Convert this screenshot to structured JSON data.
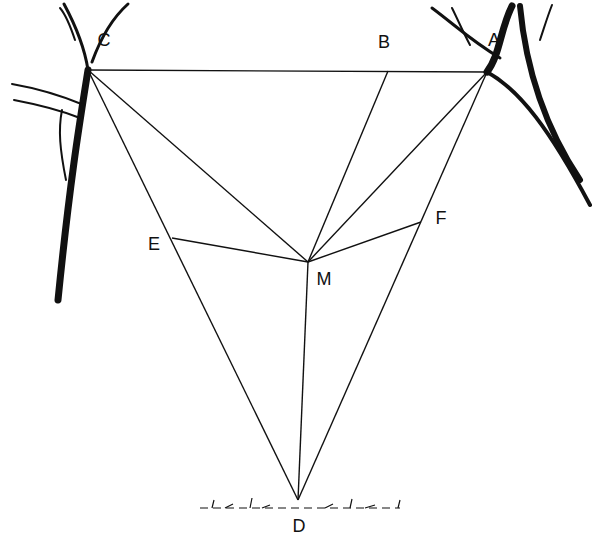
{
  "diagram": {
    "labels": [
      "C",
      "B",
      "A",
      "E",
      "F",
      "M",
      "D"
    ]
  }
}
